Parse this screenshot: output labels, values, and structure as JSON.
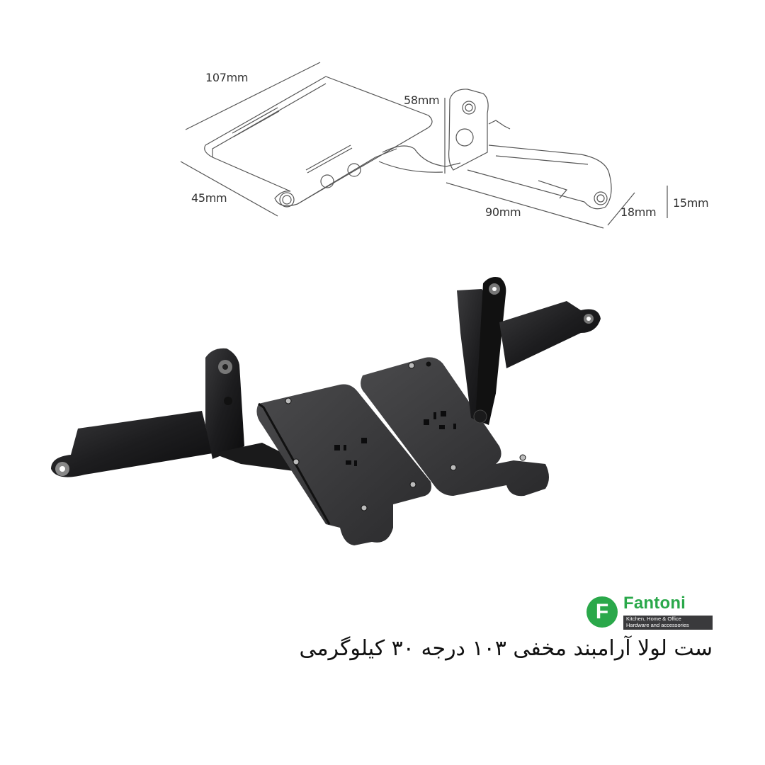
{
  "diagram": {
    "dimensions": {
      "length_plate": "107mm",
      "height_arm": "58mm",
      "width_plate": "45mm",
      "length_arm": "90mm",
      "width_arm": "18mm",
      "height_arm_base": "15mm"
    }
  },
  "brand": {
    "logo_letter": "F",
    "name": "Fantoni",
    "tagline_line1": "Kitchen, Home & Office",
    "tagline_line2": "Hardware and accessories",
    "color_green": "#2aa84a",
    "color_dark": "#3a3a3c"
  },
  "product": {
    "title": "ست لولا آرامبند مخفی ۱۰۳ درجه ۳۰ کیلوگرمی"
  }
}
